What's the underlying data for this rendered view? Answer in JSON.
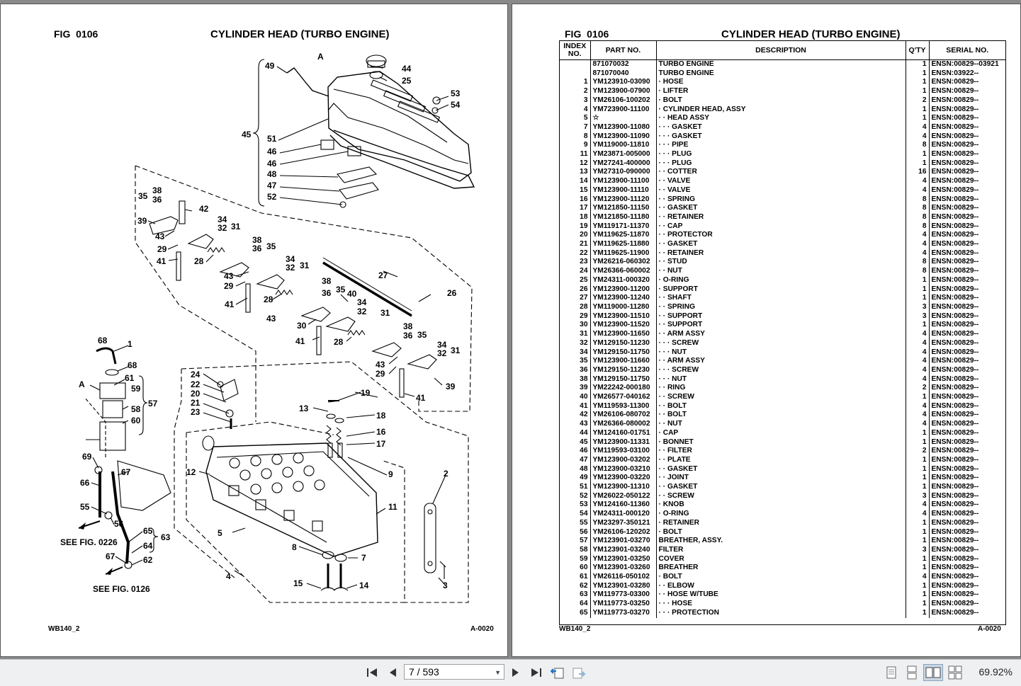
{
  "left_page": {
    "fig_label": "FIG",
    "fig_number": "0106",
    "title": "CYLINDER HEAD (TURBO ENGINE)",
    "footer_left": "WB140_2",
    "footer_right": "A-0020",
    "callouts": {
      "c49": "49",
      "cA1": "A",
      "c44": "44",
      "c25": "25",
      "c53": "53",
      "c54": "54",
      "c45": "45",
      "c51": "51",
      "c46a": "46",
      "c46b": "46",
      "c48": "48",
      "c47": "47",
      "c52": "52",
      "c35a": "35",
      "c38a": "38",
      "c36a": "36",
      "c42": "42",
      "c34a": "34",
      "c32a": "32",
      "c31a": "31",
      "c39a": "39",
      "c43a": "43",
      "c29a": "29",
      "c41a": "41",
      "c28a": "28",
      "c38b": "38",
      "c36b": "36",
      "c35b": "35",
      "c34b": "34",
      "c32b": "32",
      "c31b": "31",
      "c43b": "43",
      "c29b": "29",
      "c27": "27",
      "c28b": "28",
      "c41b": "41",
      "c38c": "38",
      "c36c": "36",
      "c35c": "35",
      "c40": "40",
      "c34c": "34",
      "c32c": "32",
      "c26": "26",
      "c31c": "31",
      "c43c": "43",
      "c30": "30",
      "c41c": "41",
      "c28c": "28",
      "c38d": "38",
      "c36d": "36",
      "c35d": "35",
      "c34d": "34",
      "c32d": "32",
      "c31d": "31",
      "c43d": "43",
      "c29d": "29",
      "c39d": "39",
      "c41d": "41",
      "c68a": "68",
      "c1": "1",
      "c68b": "68",
      "c61": "61",
      "cA2": "A",
      "c59": "59",
      "c57": "57",
      "c58": "58",
      "c60": "60",
      "c69": "69",
      "c67a": "67",
      "c66": "66",
      "c55": "55",
      "c56": "56",
      "c65": "65",
      "c63": "63",
      "c64": "64",
      "c67b": "67",
      "c62": "62",
      "see0226": "SEE FIG. 0226",
      "see0126": "SEE FIG. 0126",
      "c24": "24",
      "c22": "22",
      "c20": "20",
      "c21": "21",
      "c23": "23",
      "c19": "19",
      "c13": "13",
      "c18": "18",
      "c16": "16",
      "c17": "17",
      "c12": "12",
      "c9": "9",
      "c2": "2",
      "c11": "11",
      "c5": "5",
      "c8": "8",
      "c7": "7",
      "c3": "3",
      "c4": "4",
      "c15": "15",
      "c14": "14"
    }
  },
  "right_page": {
    "fig_label": "FIG",
    "fig_number": "0106",
    "title": "CYLINDER HEAD (TURBO ENGINE)",
    "footer_left": "WB140_2",
    "footer_right": "A-0020",
    "columns": {
      "index": "INDEX NO.",
      "part": "PART NO.",
      "desc": "DESCRIPTION",
      "qty": "Q'TY",
      "serial": "SERIAL NO."
    },
    "rows": [
      [
        "",
        "871070032",
        "TURBO ENGINE",
        "1",
        "ENSN:00829--03921"
      ],
      [
        "",
        "871070040",
        "TURBO ENGINE",
        "1",
        "ENSN:03922--"
      ],
      [
        "1",
        "YM123910-03090",
        "· HOSE",
        "1",
        "ENSN:00829--"
      ],
      [
        "2",
        "YM123900-07900",
        "· LIFTER",
        "1",
        "ENSN:00829--"
      ],
      [
        "3",
        "YM26106-100202",
        "· BOLT",
        "2",
        "ENSN:00829--"
      ],
      [
        "4",
        "YM723900-11100",
        "· CYLINDER HEAD, ASSY",
        "1",
        "ENSN:00829--"
      ],
      [
        "5",
        "☆",
        "· · HEAD ASSY",
        "1",
        "ENSN:00829--"
      ],
      [
        "7",
        "YM123900-11080",
        "· · · GASKET",
        "4",
        "ENSN:00829--"
      ],
      [
        "8",
        "YM123900-11090",
        "· · · GASKET",
        "4",
        "ENSN:00829--"
      ],
      [
        "9",
        "YM119000-11810",
        "· · · PIPE",
        "8",
        "ENSN:00829--"
      ],
      [
        "11",
        "YM23871-005000",
        "· · · PLUG",
        "1",
        "ENSN:00829--"
      ],
      [
        "12",
        "YM27241-400000",
        "· · · PLUG",
        "1",
        "ENSN:00829--"
      ],
      [
        "13",
        "YM27310-090000",
        "· · COTTER",
        "16",
        "ENSN:00829--"
      ],
      [
        "14",
        "YM123900-11100",
        "· · VALVE",
        "4",
        "ENSN:00829--"
      ],
      [
        "15",
        "YM123900-11110",
        "· · VALVE",
        "4",
        "ENSN:00829--"
      ],
      [
        "16",
        "YM123900-11120",
        "· · SPRING",
        "8",
        "ENSN:00829--"
      ],
      [
        "17",
        "YM121850-11150",
        "· · GASKET",
        "8",
        "ENSN:00829--"
      ],
      [
        "18",
        "YM121850-11180",
        "· · RETAINER",
        "8",
        "ENSN:00829--"
      ],
      [
        "19",
        "YM119171-11370",
        "· · CAP",
        "8",
        "ENSN:00829--"
      ],
      [
        "20",
        "YM119625-11870",
        "· · PROTECTOR",
        "4",
        "ENSN:00829--"
      ],
      [
        "21",
        "YM119625-11880",
        "· · GASKET",
        "4",
        "ENSN:00829--"
      ],
      [
        "22",
        "YM119625-11900",
        "· · RETAINER",
        "4",
        "ENSN:00829--"
      ],
      [
        "23",
        "YM26216-060302",
        "· · STUD",
        "8",
        "ENSN:00829--"
      ],
      [
        "24",
        "YM26366-060002",
        "· · NUT",
        "8",
        "ENSN:00829--"
      ],
      [
        "25",
        "YM24311-000320",
        "· O-RING",
        "1",
        "ENSN:00829--"
      ],
      [
        "26",
        "YM123900-11200",
        "· SUPPORT",
        "1",
        "ENSN:00829--"
      ],
      [
        "27",
        "YM123900-11240",
        "· · SHAFT",
        "1",
        "ENSN:00829--"
      ],
      [
        "28",
        "YM119000-11280",
        "· · SPRING",
        "3",
        "ENSN:00829--"
      ],
      [
        "29",
        "YM123900-11510",
        "· · SUPPORT",
        "3",
        "ENSN:00829--"
      ],
      [
        "30",
        "YM123900-11520",
        "· · SUPPORT",
        "1",
        "ENSN:00829--"
      ],
      [
        "31",
        "YM123900-11650",
        "· · ARM ASSY",
        "4",
        "ENSN:00829--"
      ],
      [
        "32",
        "YM129150-11230",
        "· · · SCREW",
        "4",
        "ENSN:00829--"
      ],
      [
        "34",
        "YM129150-11750",
        "· · · NUT",
        "4",
        "ENSN:00829--"
      ],
      [
        "35",
        "YM123900-11660",
        "· · ARM ASSY",
        "4",
        "ENSN:00829--"
      ],
      [
        "36",
        "YM129150-11230",
        "· · · SCREW",
        "4",
        "ENSN:00829--"
      ],
      [
        "38",
        "YM129150-11750",
        "· · · NUT",
        "4",
        "ENSN:00829--"
      ],
      [
        "39",
        "YM22242-000180",
        "· · RING",
        "2",
        "ENSN:00829--"
      ],
      [
        "40",
        "YM26577-040162",
        "· · SCREW",
        "1",
        "ENSN:00829--"
      ],
      [
        "41",
        "YM119593-11300",
        "· · BOLT",
        "4",
        "ENSN:00829--"
      ],
      [
        "42",
        "YM26106-080702",
        "· · BOLT",
        "4",
        "ENSN:00829--"
      ],
      [
        "43",
        "YM26366-080002",
        "· · NUT",
        "4",
        "ENSN:00829--"
      ],
      [
        "44",
        "YM124160-01751",
        "· CAP",
        "1",
        "ENSN:00829--"
      ],
      [
        "45",
        "YM123900-11331",
        "· BONNET",
        "1",
        "ENSN:00829--"
      ],
      [
        "46",
        "YM119593-03100",
        "· · FILTER",
        "2",
        "ENSN:00829--"
      ],
      [
        "47",
        "YM123900-03202",
        "· · PLATE",
        "1",
        "ENSN:00829--"
      ],
      [
        "48",
        "YM123900-03210",
        "· · GASKET",
        "1",
        "ENSN:00829--"
      ],
      [
        "49",
        "YM123900-03220",
        "· · JOINT",
        "1",
        "ENSN:00829--"
      ],
      [
        "51",
        "YM123900-11310",
        "· · GASKET",
        "1",
        "ENSN:00829--"
      ],
      [
        "52",
        "YM26022-050122",
        "· · SCREW",
        "3",
        "ENSN:00829--"
      ],
      [
        "53",
        "YM124160-11360",
        "· KNOB",
        "4",
        "ENSN:00829--"
      ],
      [
        "54",
        "YM24311-000120",
        "· O-RING",
        "4",
        "ENSN:00829--"
      ],
      [
        "55",
        "YM23297-350121",
        "· RETAINER",
        "1",
        "ENSN:00829--"
      ],
      [
        "56",
        "YM26106-120202",
        "· BOLT",
        "1",
        "ENSN:00829--"
      ],
      [
        "57",
        "YM123901-03270",
        "BREATHER, ASSY.",
        "1",
        "ENSN:00829--"
      ],
      [
        "58",
        "YM123901-03240",
        "FILTER",
        "3",
        "ENSN:00829--"
      ],
      [
        "59",
        "YM123901-03250",
        "COVER",
        "1",
        "ENSN:00829--"
      ],
      [
        "60",
        "YM123901-03260",
        "BREATHER",
        "1",
        "ENSN:00829--"
      ],
      [
        "61",
        "YM26116-050102",
        "· BOLT",
        "4",
        "ENSN:00829--"
      ],
      [
        "62",
        "YM123901-03280",
        "· · ELBOW",
        "1",
        "ENSN:00829--"
      ],
      [
        "63",
        "YM119773-03300",
        "· · HOSE W/TUBE",
        "1",
        "ENSN:00829--"
      ],
      [
        "64",
        "YM119773-03250",
        "· · · HOSE",
        "1",
        "ENSN:00829--"
      ],
      [
        "65",
        "YM119773-03270",
        "· · · PROTECTION",
        "1",
        "ENSN:00829--"
      ]
    ]
  },
  "toolbar": {
    "page_indicator": "7 / 593",
    "zoom": "69.92%",
    "icons": [
      "first-page-icon",
      "prev-page-icon",
      "next-page-icon",
      "last-page-icon",
      "go-back-view-icon",
      "go-forward-view-icon",
      "single-page-view-icon",
      "continuous-view-icon",
      "two-page-view-icon",
      "two-page-continuous-view-icon"
    ]
  }
}
